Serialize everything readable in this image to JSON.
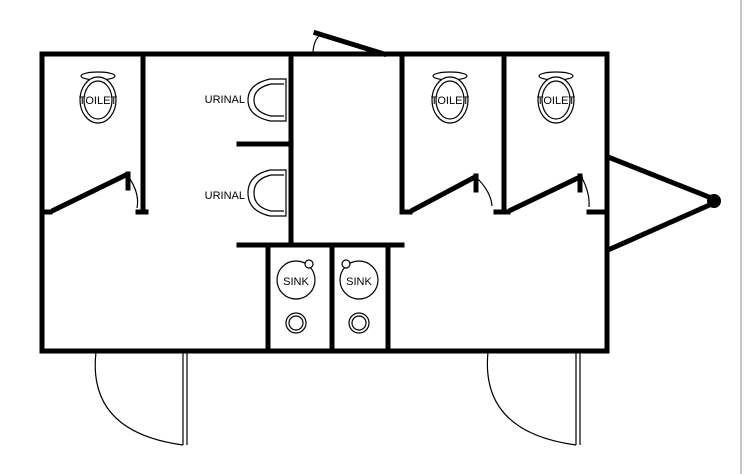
{
  "labels": {
    "toilet_1": "TOILET",
    "toilet_2": "TOILET",
    "toilet_3": "TOILET",
    "urinal_1": "URINAL",
    "urinal_2": "URINAL",
    "sink_1": "SINK",
    "sink_2": "SINK"
  }
}
